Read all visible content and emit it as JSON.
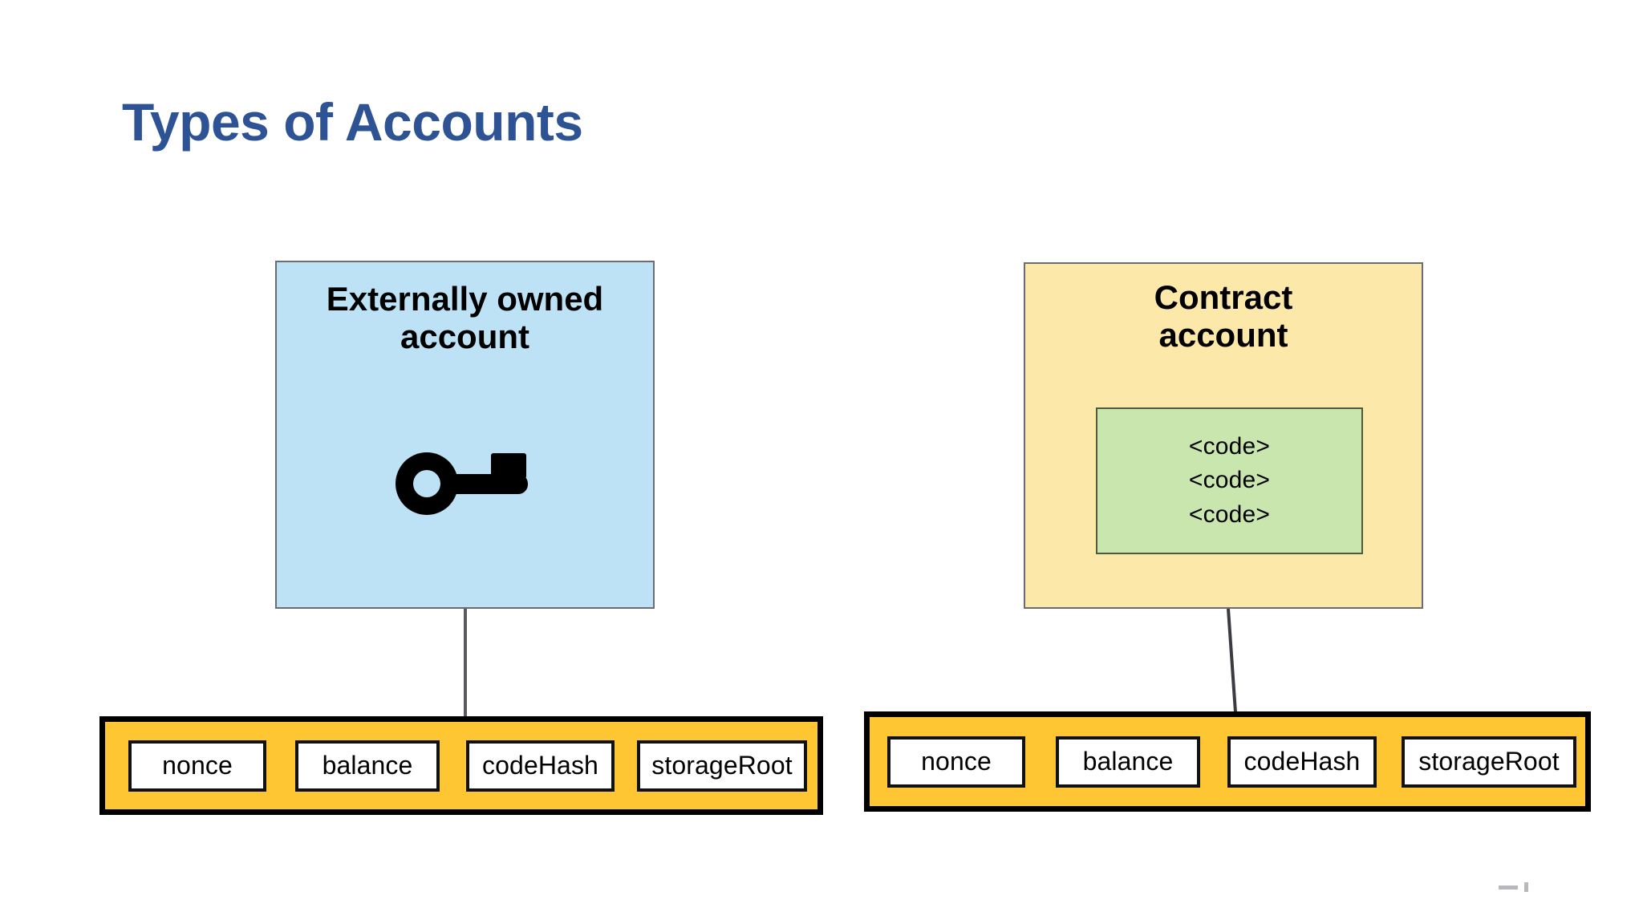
{
  "slide": {
    "title": "Types of Accounts",
    "background_color": "#FFFFFF",
    "title_color": "#2E5395"
  },
  "accounts": [
    {
      "id": "externally-owned-account",
      "title": "Externally owned\naccount",
      "title_line1": "Externally owned",
      "title_line2": "account",
      "fill_color": "#BDE2F5",
      "icon": "key-icon",
      "fields": [
        "nonce",
        "balance",
        "codeHash",
        "storageRoot"
      ],
      "field_bar_color": "#FFC633"
    },
    {
      "id": "contract-account",
      "title": "Contract\naccount",
      "title_line1": "Contract",
      "title_line2": "account",
      "fill_color": "#FCE8A8",
      "code_box": {
        "fill_color": "#C9E6AE",
        "lines": [
          "<code>",
          "<code>",
          "<code>"
        ]
      },
      "fields": [
        "nonce",
        "balance",
        "codeHash",
        "storageRoot"
      ],
      "field_bar_color": "#FFC633"
    }
  ],
  "field_bars": {
    "left": {
      "labels": [
        "nonce",
        "balance",
        "codeHash",
        "storageRoot"
      ]
    },
    "right": {
      "labels": [
        "nonce",
        "balance",
        "codeHash",
        "storageRoot"
      ]
    }
  }
}
